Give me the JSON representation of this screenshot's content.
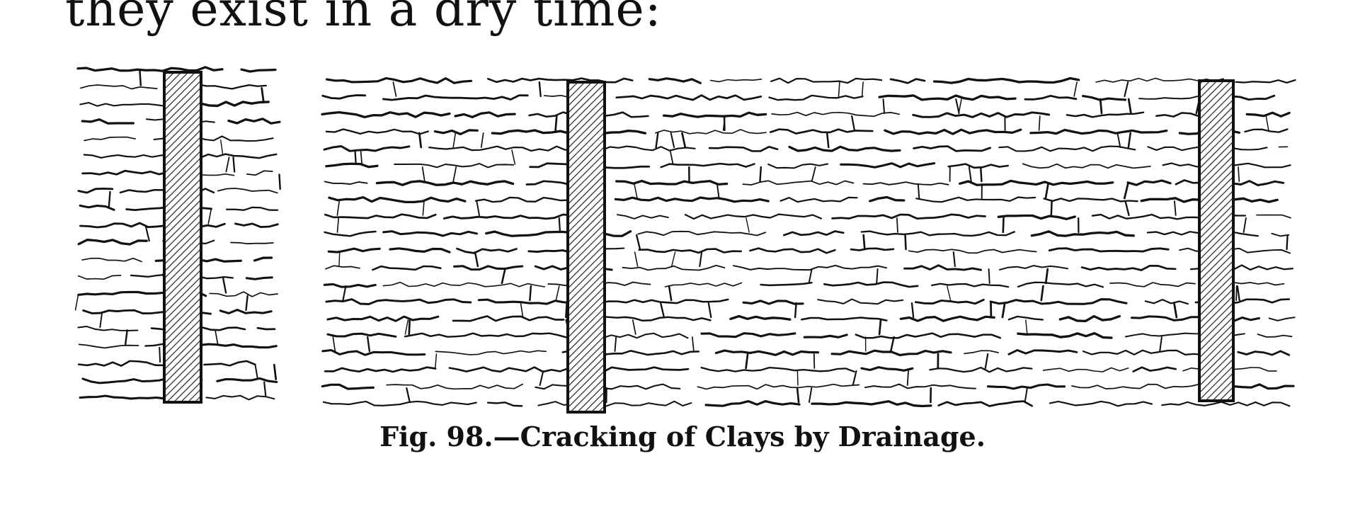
{
  "document": {
    "text_line": "they exist in a dry time:",
    "figure": {
      "caption_number": "Fig. 98.",
      "caption_dash": "—",
      "caption_title": "Cracking of Clays by Drainage."
    }
  }
}
